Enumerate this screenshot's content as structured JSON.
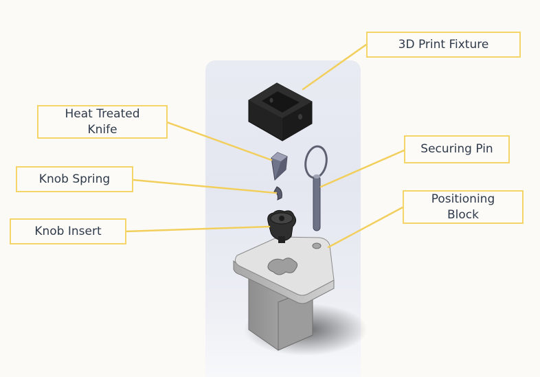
{
  "diagram": {
    "title": "Exploded view of knob assembly fixture",
    "accent_color": "#f5d468",
    "text_color": "#2f3a4a",
    "labels": [
      {
        "id": "3d-print-fixture",
        "text": "3D Print Fixture"
      },
      {
        "id": "heat-treated-knife",
        "text": "Heat Treated\nKnife"
      },
      {
        "id": "knob-spring",
        "text": "Knob Spring"
      },
      {
        "id": "knob-insert",
        "text": "Knob Insert"
      },
      {
        "id": "securing-pin",
        "text": "Securing Pin"
      },
      {
        "id": "positioning-block",
        "text": "Positioning\nBlock"
      }
    ]
  }
}
